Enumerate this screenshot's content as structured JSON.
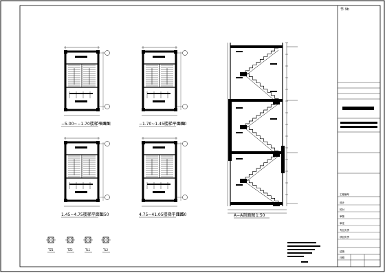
{
  "sheet": {
    "corner_mark": "节 9b"
  },
  "plans": [
    {
      "label": "−5.00~−1.70楼梯平面图",
      "scale": "1:50"
    },
    {
      "label": "−1.70~1.45楼梯平面图",
      "scale": "1:50"
    },
    {
      "label": "1.45~4.75楼梯平面图",
      "scale": "1:50"
    },
    {
      "label": "4.75~41.05楼梯平面图",
      "scale": "1:50"
    }
  ],
  "section": {
    "label": "A−A剖面图",
    "scale": "1:50"
  },
  "details": {
    "labels": [
      "TZ1",
      "TZ2",
      "TL1",
      "TL2"
    ]
  },
  "title_block": {
    "project_code": "工程编号",
    "drawing_no": "结施",
    "rows": [
      "设计",
      "校对",
      "审核",
      "审定",
      "专业负责",
      "项目负责"
    ],
    "date_label": "日期"
  }
}
